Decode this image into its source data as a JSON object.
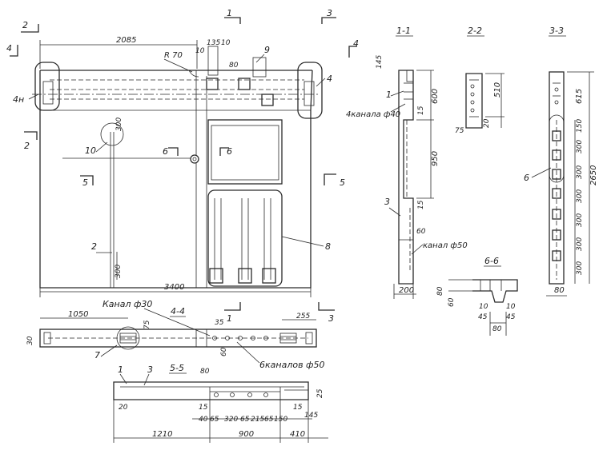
{
  "sections": {
    "s1": "1-1",
    "s2": "2-2",
    "s3": "3-3",
    "s4": "4-4",
    "s5": "5-5",
    "s6": "6-6",
    "m1": "1",
    "m2": "2",
    "m3": "3",
    "m4": "4",
    "m5": "5",
    "m6": "6"
  },
  "labels": {
    "radius": "R 70",
    "part4n": "4н",
    "part4": "4",
    "part9": "9",
    "part10": "10",
    "part2": "2",
    "part8": "8",
    "part1": "1",
    "part3": "3",
    "part6": "6",
    "part7": "7",
    "channel4_40": "4канала ф40",
    "channel_50": "канал ф50",
    "channel_30": "Канал ф30",
    "channels6_50": "6каналов ф50"
  },
  "dims": {
    "d2085": "2085",
    "d135": "135",
    "d10": "10",
    "d80": "80",
    "d300": "300",
    "d3400": "3400",
    "d1050": "1050",
    "d75": "75",
    "d35": "35",
    "d30": "30",
    "d60": "60",
    "d255": "255",
    "d20": "20",
    "d15": "15",
    "d40": "40",
    "d65": "65",
    "d320": "320",
    "d215": "215",
    "d150": "150",
    "d145": "145",
    "d1210": "1210",
    "d900": "900",
    "d410": "410",
    "d25": "25",
    "d600": "600",
    "d950": "950",
    "d200": "200",
    "d510": "510",
    "d615": "615",
    "d2650": "2650",
    "d45": "45"
  }
}
